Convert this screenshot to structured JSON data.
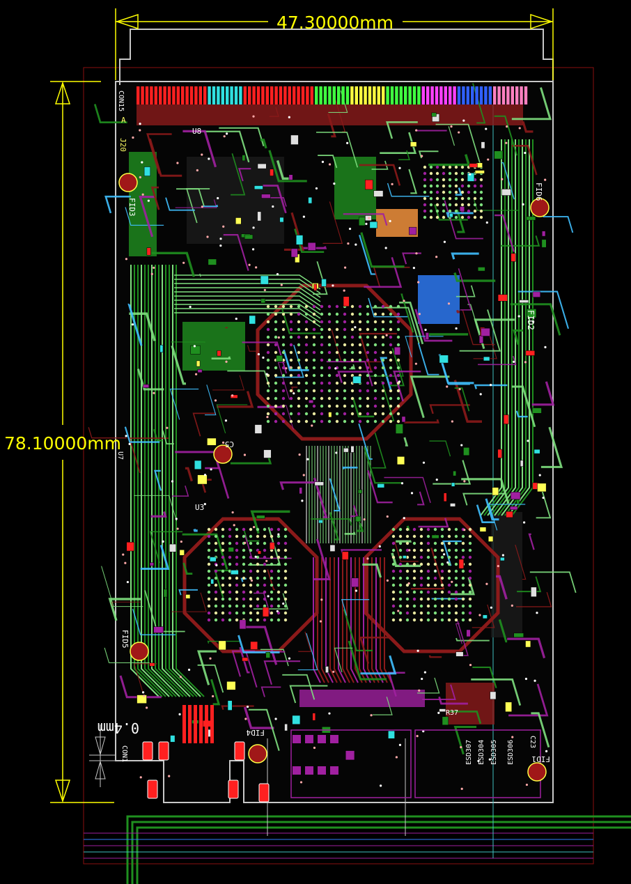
{
  "dimensions": {
    "width_label": "47.30000mm",
    "height_label": "78.10000mm",
    "gap_label": "0.4mm"
  },
  "designators": {
    "conn_top": "CON15",
    "marker_a": "A",
    "j20": "J20",
    "u8": "U8",
    "fid3": "FID3",
    "fid5": "FID5",
    "fid4": "FID4",
    "fid1": "FID1",
    "fid6": "FID6",
    "u7": "U7",
    "u3": "U3",
    "fid2": "FID2",
    "c5": "C5",
    "con1": "CON1",
    "esd307": "ESD307",
    "esd304": "ESD304",
    "esd305": "ESD305",
    "esd306": "ESD306",
    "r37": "R37",
    "c23": "C23"
  },
  "colors": {
    "background": "#000000",
    "board_outline": "#c8c8c8",
    "dimension": "#ffff00",
    "top_copper": "#8b1a1a",
    "bottom_copper": "#1f8f1f",
    "mid_layer": "#a020a0",
    "signal_green": "#7fe07f",
    "pad_red": "#ff2020",
    "keepout": "#8a1010"
  }
}
